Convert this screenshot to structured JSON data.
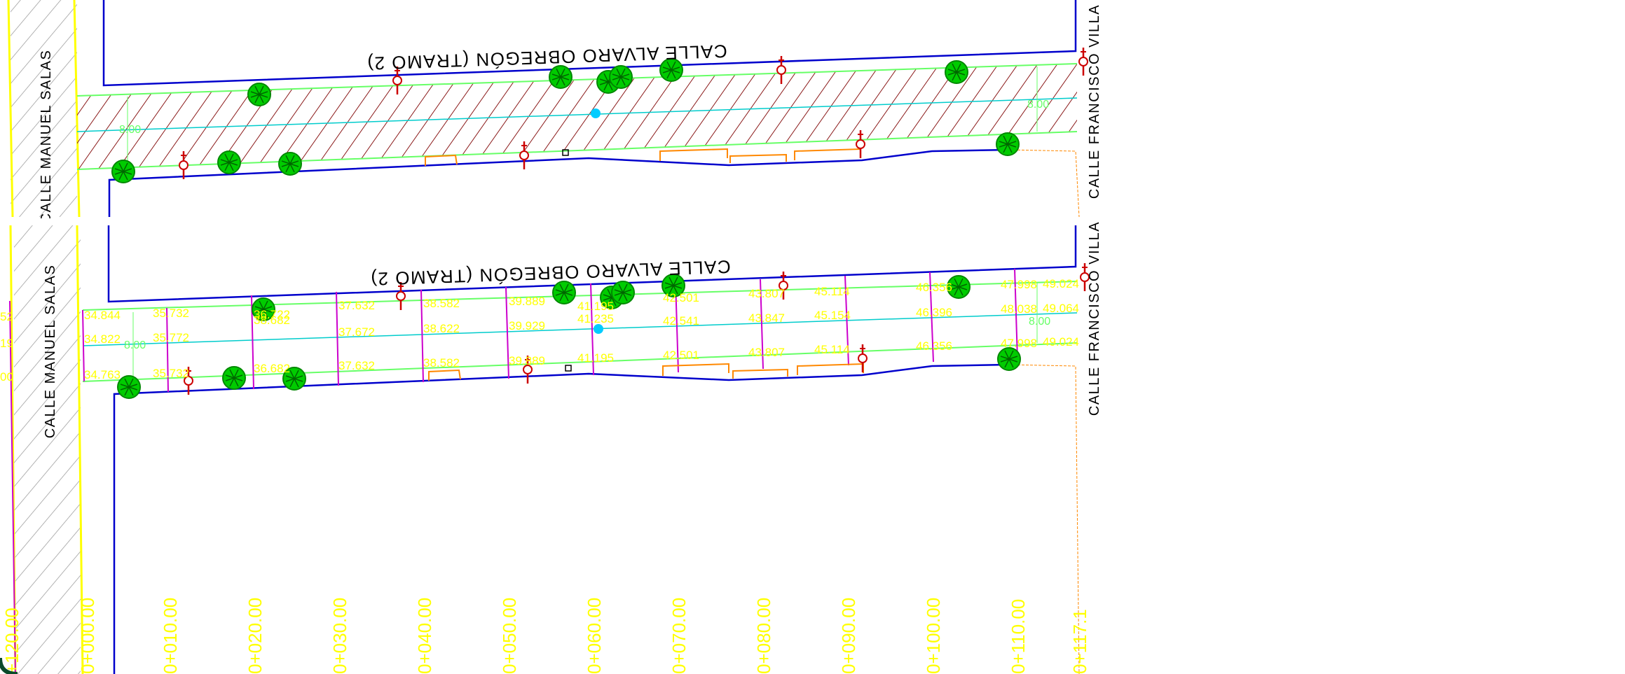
{
  "colors": {
    "background": "#ffffff",
    "boundary": "#0000cc",
    "curb": "#66ff66",
    "centerline": "#00cccc",
    "hatch": "#8b1a1a",
    "elevation_text": "#ffff00",
    "station_line": "#cc00cc",
    "cross_street_hatch": "#999999",
    "yellow_line": "#ffff00",
    "poles": "#cc0000",
    "trees": "#00cc00",
    "driveways": "#ff8800"
  },
  "upper_plan": {
    "street_label": "CALLE  ALVARO  OBREGÓN  (TRAMO  2)",
    "left_cross_street": "CALLE  MANUEL  SALAS",
    "right_cross_street": "CALLE  FRANCISCO  VILLA",
    "width_left": "8.00",
    "width_right": "8.00"
  },
  "lower_plan": {
    "street_label": "CALLE  ALVARO  OBREGÓN  (TRAMO  2)",
    "left_cross_street": "CALLE  MANUEL  SALAS",
    "right_cross_street": "CALLE  FRANCISCO  VILLA",
    "width_left": "8.00",
    "width_right": "8.00",
    "stations": [
      "+120.00",
      "0+000.00",
      "0+010.00",
      "0+020.00",
      "0+030.00",
      "0+040.00",
      "0+050.00",
      "0+060.00",
      "0+070.00",
      "0+080.00",
      "0+090.00",
      "0+100.00",
      "0+110.00",
      "0+117.1"
    ],
    "elevations_top": [
      "34.844",
      "35.732",
      "38.682",
      "37.632",
      "38.582",
      "39.889",
      "41.195",
      "42.501",
      "43.807",
      "45.114",
      "46.356",
      "47.998",
      "49.024"
    ],
    "elevations_center": [
      "34.822",
      "35.772",
      "36.722",
      "37.672",
      "38.622",
      "39.929",
      "41.235",
      "42.541",
      "43.847",
      "45.154",
      "46.396",
      "48.038",
      "49.064"
    ],
    "elevations_bottom": [
      "34.763",
      "35.732",
      "36.682",
      "37.632",
      "38.582",
      "39.889",
      "41.195",
      "42.501",
      "43.807",
      "45.114",
      "46.356",
      "47.998",
      "49.024"
    ],
    "left_edge_fragments": [
      "52",
      "19",
      "00"
    ]
  }
}
